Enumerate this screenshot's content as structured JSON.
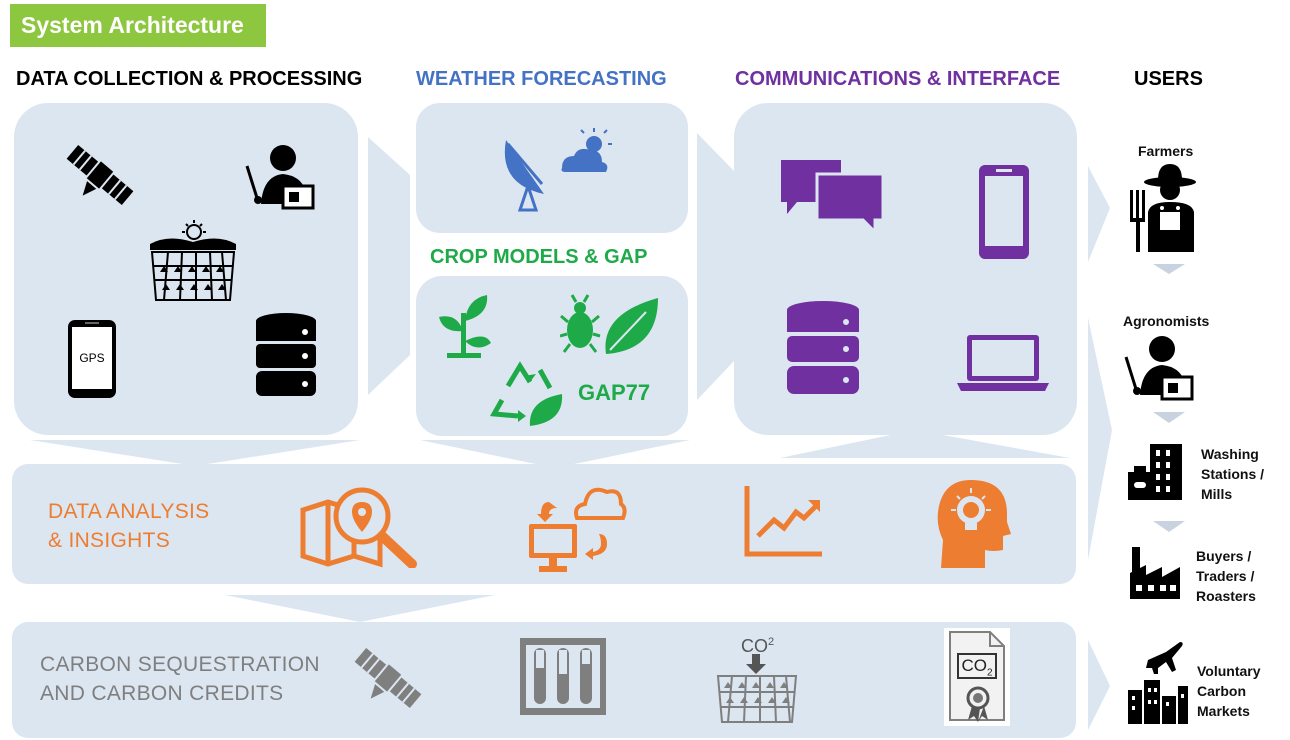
{
  "title": "System Architecture",
  "columns": {
    "data_collection": "DATA COLLECTION & PROCESSING",
    "weather": "WEATHER FORECASTING",
    "communications": "COMMUNICATIONS & INTERFACE",
    "users": "USERS"
  },
  "crop_models": {
    "title": "CROP MODELS & GAP",
    "gap_label": "GAP77"
  },
  "data_collection": {
    "gps_label": "GPS"
  },
  "analysis": {
    "line1": "DATA ANALYSIS",
    "line2": "& INSIGHTS"
  },
  "carbon": {
    "line1": "CARBON SEQUESTRATION",
    "line2": "AND CARBON CREDITS",
    "co2_label": "CO",
    "co2_sup": "2",
    "cert_label": "CO",
    "cert_sub": "2"
  },
  "users": {
    "farmers": "Farmers",
    "agronomists": "Agronomists",
    "washing": [
      "Washing",
      "Stations /",
      "Mills"
    ],
    "buyers": [
      "Buyers /",
      "Traders /",
      "Roasters"
    ],
    "markets": [
      "Voluntary",
      "Carbon",
      "Markets"
    ]
  },
  "colors": {
    "badge_green": "#8dc63f",
    "weather_blue": "#4472c4",
    "crop_green": "#1faa4a",
    "comm_purple": "#7030a0",
    "analysis_orange": "#ed7d31",
    "carbon_gray": "#7f7f7f",
    "panel_bg": "#dce6f1"
  },
  "icons": [
    "satellite-icon",
    "teacher-icon",
    "field-sun-icon",
    "phone-gps-icon",
    "database-icon",
    "satellite-dish-sun-icon",
    "plant-icon",
    "bug-leaf-icon",
    "recycle-leaf-icon",
    "chat-icon",
    "smartphone-icon",
    "laptop-icon",
    "map-search-icon",
    "cloud-computer-icon",
    "trend-chart-icon",
    "head-bulb-icon",
    "test-tubes-icon",
    "co2-field-icon",
    "certificate-icon",
    "farmer-icon",
    "agronomist-icon",
    "mill-icon",
    "factory-icon",
    "city-plane-icon"
  ]
}
